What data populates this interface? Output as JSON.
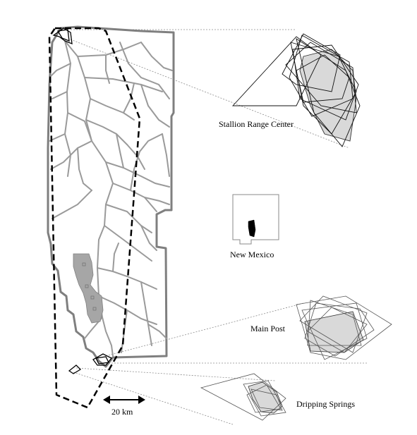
{
  "labels": {
    "stallion": "Stallion Range Center",
    "new_mexico": "New Mexico",
    "main_post": "Main Post",
    "dripping_springs": "Dripping Springs"
  },
  "scale_bar": {
    "label": "20 km"
  },
  "colors": {
    "boundary": "#7f7f7f",
    "roads": "#9a9a9a",
    "dashed_extent": "#000000",
    "shaded_area": "#a6a6a6",
    "inset_fill": "#d9d9d9",
    "leader_lines": "#8c8c8c"
  }
}
